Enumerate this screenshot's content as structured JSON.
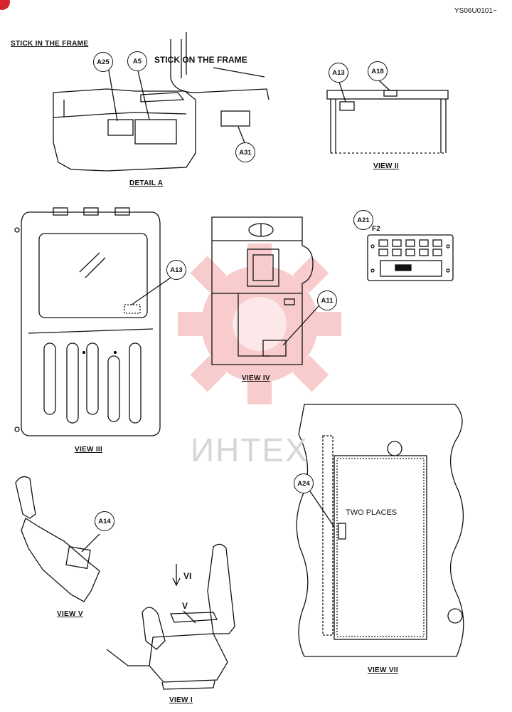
{
  "header": {
    "code": "YS06U0101~"
  },
  "views": {
    "detail_a": {
      "title": "DETAIL  A"
    },
    "view_ii": {
      "title": "VIEW  II"
    },
    "view_iii": {
      "title": "VIEW  III"
    },
    "view_iv": {
      "title": "VIEW  IV"
    },
    "view_v": {
      "title": "VIEW  V"
    },
    "view_vii": {
      "title": "VIEW  VII"
    },
    "view_i": {
      "title": "VIEW  I"
    }
  },
  "labels": {
    "stick_in_frame": "STICK IN THE FRAME",
    "stick_on_frame": "STICK ON THE FRAME",
    "two_places": "TWO PLACES",
    "f2": "F2",
    "arrow_vi": "VI",
    "arrow_v": "V"
  },
  "callouts": {
    "a25": "A25",
    "a5": "A5",
    "a31": "A31",
    "a13_ii": "A13",
    "a18": "A18",
    "a13_iii": "A13",
    "a21": "A21",
    "a11": "A11",
    "a14": "A14",
    "a24": "A24"
  },
  "watermark": {
    "text": "ИНТЕХ",
    "color": "#e84a4a"
  }
}
